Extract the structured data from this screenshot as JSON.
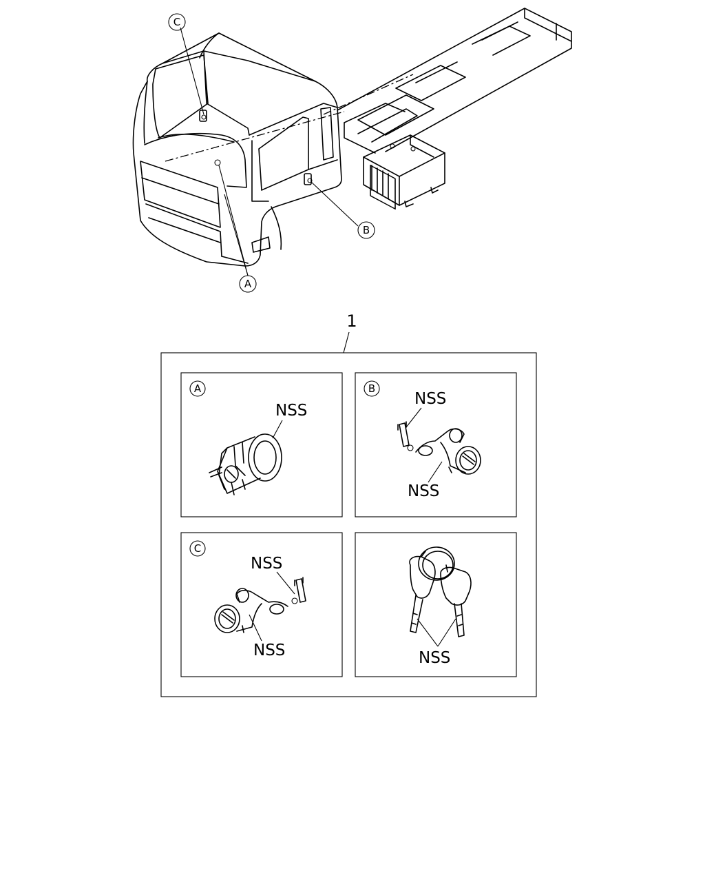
{
  "callouts": {
    "a": "A",
    "b": "B",
    "c": "C"
  },
  "assembly_number": "1",
  "panels": {
    "a": {
      "letter": "A",
      "labels": [
        "NSS"
      ]
    },
    "b": {
      "letter": "B",
      "labels": [
        "NSS",
        "NSS"
      ]
    },
    "c": {
      "letter": "C",
      "labels": [
        "NSS",
        "NSS"
      ]
    },
    "keys": {
      "labels": [
        "NSS"
      ]
    }
  }
}
